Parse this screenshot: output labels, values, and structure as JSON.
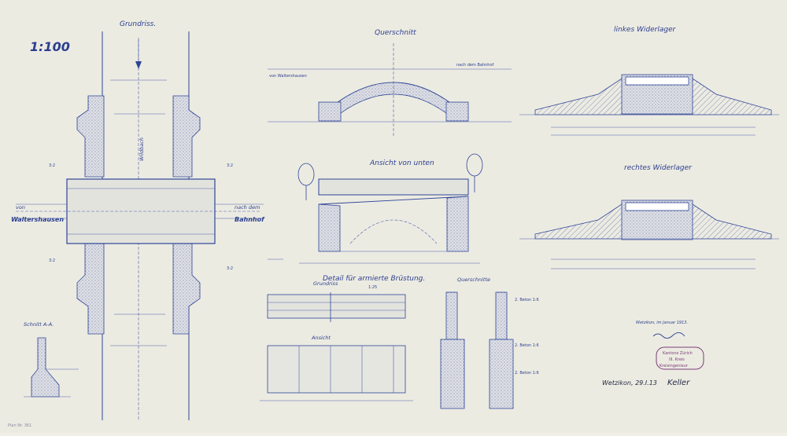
{
  "drawing": {
    "scale": "1:100",
    "titles": {
      "grundriss": "Grundriss.",
      "querschnitt": "Querschnitt",
      "linkes": "linkes Widerlager",
      "rechtes": "rechtes Widerlager",
      "ansicht_unten": "Ansicht von unten",
      "detail": "Detail für armierte Brüstung.",
      "detail_scale": "1:25",
      "detail_grundriss": "Grundriss",
      "detail_querschnitte": "Querschnitte",
      "detail_ansicht": "Ansicht",
      "schnitt": "Schnitt A-A."
    },
    "labels": {
      "von": "von",
      "waltershausen": "Waltershausen",
      "nach_dem": "nach dem",
      "bahnhof": "Bahnhof",
      "wildbach": "Wildbach",
      "beton1": "2. Beton 1:6",
      "beton2": "2. Beton 1:6",
      "beton3": "2. Beton 1:6",
      "q_left": "von Waltershausen",
      "q_right": "nach dem Bahnhof",
      "slope": "3:2"
    },
    "signature": {
      "place_date": "Wetzikon, im Januar 1913.",
      "stamp_line1": "Kantons Zürich",
      "stamp_line2": "III. Kreis",
      "stamp_line3": "Kreisingenieur",
      "approval": "Wetzikon, 29.I.13",
      "approval_sig": "Keller"
    },
    "archive_mark": "Plan Nr. 361",
    "colors": {
      "ink": "#2e4596",
      "paper": "#ecebe2",
      "stamp": "#7a3c78"
    }
  }
}
